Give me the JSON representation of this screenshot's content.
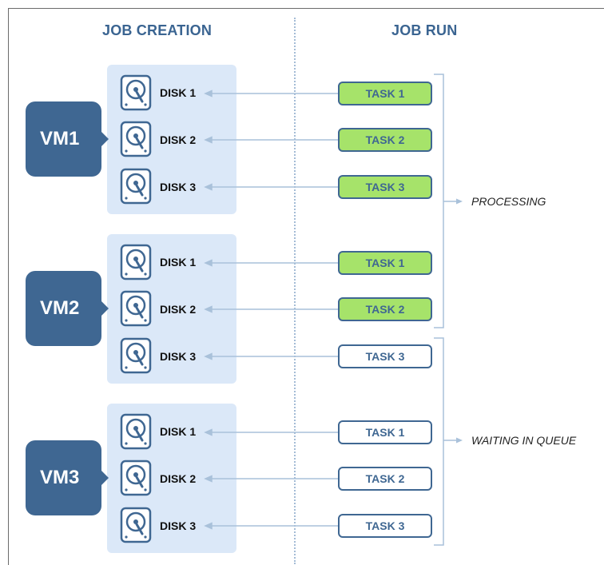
{
  "headers": {
    "job_creation": "JOB CREATION",
    "job_run": "JOB RUN"
  },
  "icons": {
    "disk": "hard-disk-icon",
    "arrow": "left-arrow"
  },
  "colors": {
    "vm_block": "#3f6792",
    "group_background": "#dbe8f8",
    "task_processing_fill": "#a6e36a",
    "task_waiting_fill": "#ffffff",
    "task_border": "#3f6792",
    "connector": "#a9c1da",
    "divider": "#a4bcd6"
  },
  "groups": [
    {
      "vm": "VM1",
      "disks": [
        "DISK 1",
        "DISK 2",
        "DISK 3"
      ],
      "tasks": [
        {
          "label": "TASK 1",
          "status": "processing"
        },
        {
          "label": "TASK 2",
          "status": "processing"
        },
        {
          "label": "TASK 3",
          "status": "processing"
        }
      ]
    },
    {
      "vm": "VM2",
      "disks": [
        "DISK 1",
        "DISK 2",
        "DISK 3"
      ],
      "tasks": [
        {
          "label": "TASK 1",
          "status": "processing"
        },
        {
          "label": "TASK 2",
          "status": "processing"
        },
        {
          "label": "TASK 3",
          "status": "waiting"
        }
      ]
    },
    {
      "vm": "VM3",
      "disks": [
        "DISK 1",
        "DISK 2",
        "DISK 3"
      ],
      "tasks": [
        {
          "label": "TASK 1",
          "status": "waiting"
        },
        {
          "label": "TASK 2",
          "status": "waiting"
        },
        {
          "label": "TASK 3",
          "status": "waiting"
        }
      ]
    }
  ],
  "status_labels": {
    "processing": "PROCESSING",
    "waiting": "WAITING IN QUEUE"
  }
}
